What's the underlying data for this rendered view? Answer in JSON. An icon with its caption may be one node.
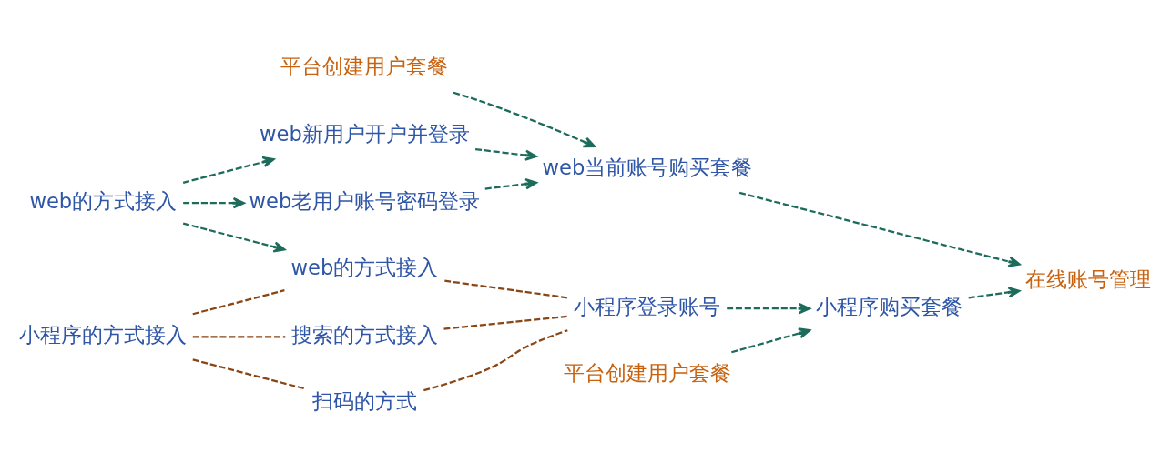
{
  "diagram": {
    "nodes": [
      {
        "text": [
          "web的方式接入"
        ]
      },
      {
        "text": [
          "平台创建用户套餐"
        ]
      },
      {
        "text": [
          "web新用户开户并登录"
        ]
      },
      {
        "text": [
          "web老用户账号密码登录"
        ]
      },
      {
        "text": [
          "web当前账号购买套餐"
        ]
      },
      {
        "text": [
          "在线账号管理"
        ]
      },
      {
        "text": [
          "小程序的方式接入"
        ]
      },
      {
        "text": [
          "web的方式接入"
        ]
      },
      {
        "text": [
          "搜索的方式接入"
        ]
      },
      {
        "text": [
          "扫码的方式"
        ]
      },
      {
        "text": [
          "小程序登录账号"
        ]
      },
      {
        "text": [
          "小程序购买套餐"
        ]
      },
      {
        "text": [
          "平台创建用户套餐"
        ]
      }
    ],
    "edges": [
      {
        "from": 0,
        "to": 2,
        "arrow": "to",
        "style": "dashed"
      },
      {
        "from": 0,
        "to": 3,
        "arrow": "to",
        "style": "dashed"
      },
      {
        "from": 0,
        "to": 7,
        "arrow": "to",
        "style": "dashed"
      },
      {
        "from": 1,
        "to": 4,
        "arrow": "to",
        "style": "dashed"
      },
      {
        "from": 2,
        "to": 4,
        "arrow": "to",
        "style": "dashed"
      },
      {
        "from": 3,
        "to": 4,
        "arrow": "to",
        "style": "dashed"
      },
      {
        "from": 4,
        "to": 5,
        "arrow": "to",
        "style": "dashed"
      },
      {
        "from": 6,
        "to": 7,
        "arrow": "none",
        "style": "dashed",
        "color": "#8a4514"
      },
      {
        "from": 6,
        "to": 8,
        "arrow": "none",
        "style": "dashed",
        "color": "#8a4514"
      },
      {
        "from": 6,
        "to": 9,
        "arrow": "none",
        "style": "dashed",
        "color": "#8a4514"
      },
      {
        "from": 7,
        "to": 10,
        "arrow": "none",
        "style": "dashed",
        "color": "#8a4514"
      },
      {
        "from": 8,
        "to": 10,
        "arrow": "none",
        "style": "dashed",
        "color": "#8a4514"
      },
      {
        "from": 9,
        "to": 10,
        "arrow": "none",
        "style": "dashed",
        "color": "#8a4514"
      },
      {
        "from": 10,
        "to": 11,
        "arrow": "to",
        "style": "dashed"
      },
      {
        "from": 11,
        "to": 5,
        "arrow": "to",
        "style": "dashed"
      },
      {
        "from": 12,
        "to": 11,
        "arrow": "to",
        "style": "dashed"
      }
    ]
  }
}
